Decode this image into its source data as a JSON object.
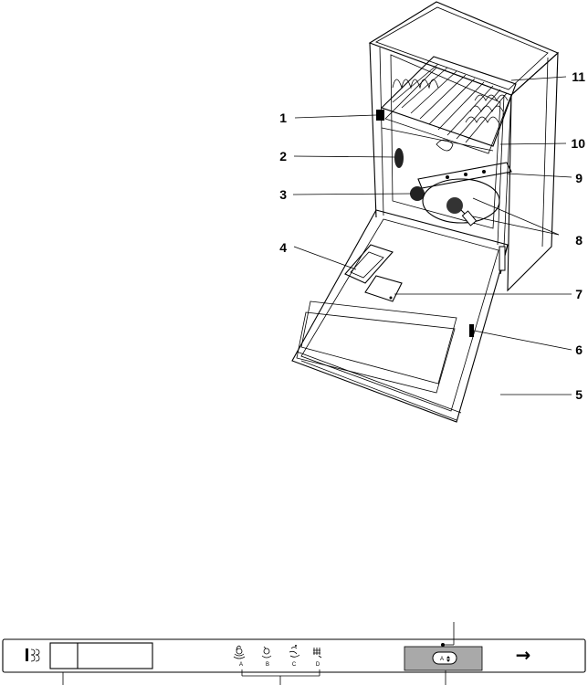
{
  "diagram": {
    "callouts": [
      "1",
      "2",
      "3",
      "4",
      "5",
      "6",
      "7",
      "8",
      "9",
      "10",
      "11"
    ]
  },
  "panel": {
    "program_letters": [
      "A",
      "B",
      "C",
      "D"
    ],
    "selector_label": "A",
    "arrow_glyph": "→"
  }
}
